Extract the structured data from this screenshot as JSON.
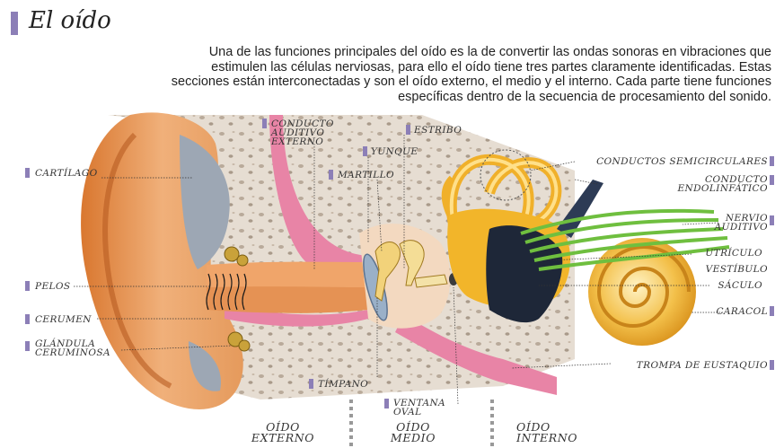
{
  "title": "El oído",
  "intro": [
    "Una de las funciones principales del oído es la de convertir las ondas sonoras en vibraciones que",
    "estimulen las células nerviosas, para ello el oído tiene tres partes claramente identificadas. Estas",
    "secciones están interconectadas y son el oído externo, el medio y el interno. Cada parte tiene funciones",
    "específicas dentro de la secuencia de procesamiento del sonido."
  ],
  "labels": {
    "conducto_auditivo_externo": [
      "Conducto",
      "auditivo",
      "externo"
    ],
    "estribo": "Estribo",
    "yunque": "Yunque",
    "martillo": "Martillo",
    "cartilago": "Cartílago",
    "pelos": "Pelos",
    "cerumen": "Cerumen",
    "glandula_ceruminosa": [
      "Glándula",
      "ceruminosa"
    ],
    "timpano": "Tímpano",
    "ventana_oval": [
      "Ventana",
      "oval"
    ],
    "conductos_semicirculares": "Conductos semicirculares",
    "conducto_endolinfatico": [
      "Conducto",
      "endolinfático"
    ],
    "nervio_auditivo": [
      "Nervio",
      "auditivo"
    ],
    "utriculo": "Utrículo",
    "vestibulo": "Vestíbulo",
    "saculo": "Sáculo",
    "caracol": "Caracol",
    "trompa_de_eustaquio": "Trompa de Eustaquio"
  },
  "sections": {
    "externo": [
      "Oído",
      "externo"
    ],
    "medio": [
      "Oído",
      "medio"
    ],
    "interno": [
      "Oído",
      "interno"
    ]
  },
  "colors": {
    "accent": "#8c7fb7",
    "skin": "#e69a5c",
    "bone": "#e8dccf",
    "cochlea": "#f2b52a",
    "nerve": "#6fbf3f",
    "membrane": "#e884a6"
  }
}
